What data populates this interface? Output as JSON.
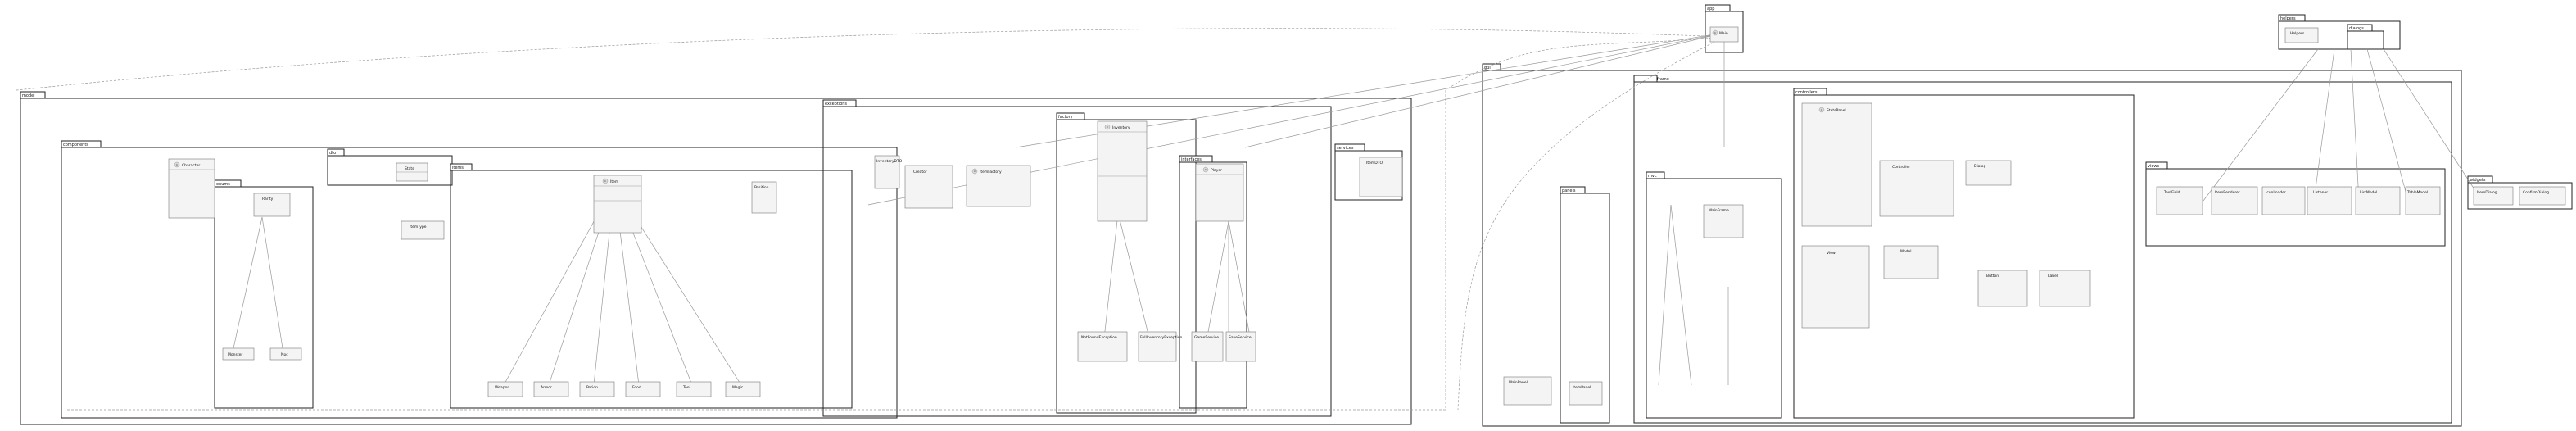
{
  "diagram": {
    "type": "uml-class-diagram",
    "colors": {
      "background": "#ffffff",
      "package_border": "#222222",
      "class_fill": "#f4f4f4",
      "class_border": "#777777",
      "relation": "#9a9a9a",
      "class_icon": "#d9d9d9"
    },
    "packages": [
      {
        "name": "app"
      },
      {
        "name": "model"
      },
      {
        "name": "components"
      },
      {
        "name": "dto"
      },
      {
        "name": "items"
      },
      {
        "name": "enums"
      },
      {
        "name": "exceptions"
      },
      {
        "name": "factory"
      },
      {
        "name": "interfaces"
      },
      {
        "name": "services"
      },
      {
        "name": "gui"
      },
      {
        "name": "panels"
      },
      {
        "name": "frame"
      },
      {
        "name": "mvc"
      },
      {
        "name": "controllers"
      },
      {
        "name": "views"
      },
      {
        "name": "helpers"
      },
      {
        "name": "dialogs"
      },
      {
        "name": "widgets"
      }
    ],
    "classes": [
      {
        "name": "Main"
      },
      {
        "name": "Item"
      },
      {
        "name": "Weapon"
      },
      {
        "name": "Armor"
      },
      {
        "name": "Potion"
      },
      {
        "name": "Food"
      },
      {
        "name": "Tool"
      },
      {
        "name": "Magic"
      },
      {
        "name": "Inventory"
      },
      {
        "name": "Player"
      },
      {
        "name": "Character"
      },
      {
        "name": "Monster"
      },
      {
        "name": "Npc"
      },
      {
        "name": "Stats"
      },
      {
        "name": "Position"
      },
      {
        "name": "Rarity"
      },
      {
        "name": "ItemType"
      },
      {
        "name": "ItemFactory"
      },
      {
        "name": "Creator"
      },
      {
        "name": "InventoryDTO"
      },
      {
        "name": "ItemDTO"
      },
      {
        "name": "NotFoundException"
      },
      {
        "name": "FullInventoryException"
      },
      {
        "name": "GameService"
      },
      {
        "name": "SaveService"
      },
      {
        "name": "MainFrame"
      },
      {
        "name": "MainPanel"
      },
      {
        "name": "ItemPanel"
      },
      {
        "name": "StatsPanel"
      },
      {
        "name": "Controller"
      },
      {
        "name": "View"
      },
      {
        "name": "Model"
      },
      {
        "name": "Dialog"
      },
      {
        "name": "Button"
      },
      {
        "name": "Label"
      },
      {
        "name": "TextField"
      },
      {
        "name": "ItemRenderer"
      },
      {
        "name": "IconLoader"
      },
      {
        "name": "Listener"
      },
      {
        "name": "ListModel"
      },
      {
        "name": "TableModel"
      },
      {
        "name": "ItemDialog"
      },
      {
        "name": "ConfirmDialog"
      },
      {
        "name": "Helpers"
      }
    ]
  }
}
